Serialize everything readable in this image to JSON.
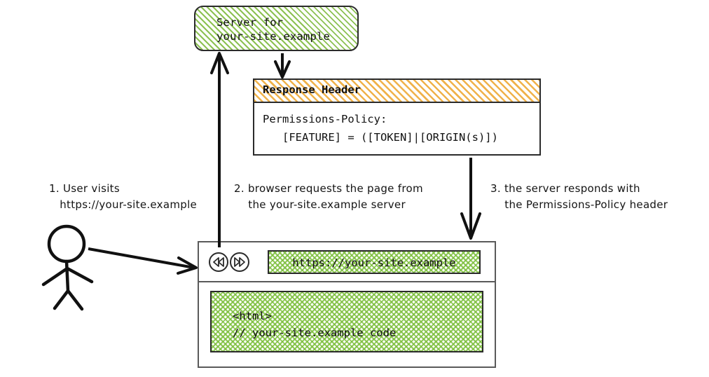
{
  "diagram": {
    "title": "Permissions-Policy response header flow",
    "colors": {
      "green_hatch": "#8cc152",
      "orange_hatch": "#f0b24a",
      "stroke": "#2b2b2b",
      "browser_frame": "#5a5a5a",
      "background": "#ffffff"
    }
  },
  "server": {
    "label": "Server for\nyour-site.example"
  },
  "response_header": {
    "title": "Response Header",
    "body": "Permissions-Policy:\n   [FEATURE] = ([TOKEN]|[ORIGIN(s)])"
  },
  "browser": {
    "back_icon": "rewind-icon",
    "forward_icon": "fast-forward-icon",
    "url": "https://your-site.example",
    "page_content": "<html>\n// your-site.example code"
  },
  "actor": {
    "icon": "stick-figure-user"
  },
  "annotations": [
    {
      "id": "step-1",
      "text": "1. User visits\n   https://your-site.example"
    },
    {
      "id": "step-2",
      "text": "2. browser requests the page from\n    the your-site.example server"
    },
    {
      "id": "step-3",
      "text": "3. the server responds with\n    the Permissions-Policy header"
    }
  ],
  "arrows": [
    {
      "name": "browser-to-server",
      "direction": "up"
    },
    {
      "name": "server-to-response-header",
      "direction": "down"
    },
    {
      "name": "response-header-to-browser",
      "direction": "down"
    },
    {
      "name": "user-to-browser",
      "direction": "right"
    }
  ]
}
